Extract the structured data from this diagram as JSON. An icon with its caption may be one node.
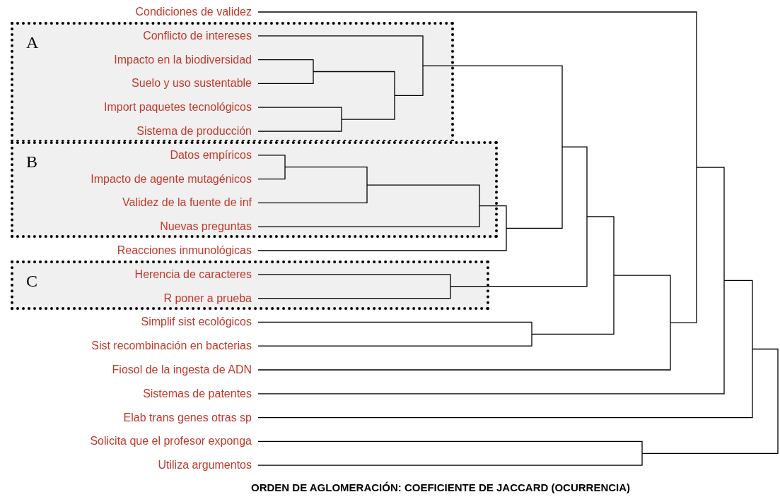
{
  "diagram": {
    "caption": "ORDEN DE AGLOMERACIÓN: COEFICIENTE DE JACCARD (OCURRENCIA)",
    "nodes": [
      {
        "text": [
          "Condiciones de validez"
        ]
      },
      {
        "text": [
          "A"
        ]
      },
      {
        "text": [
          "Conflicto de intereses"
        ],
        "in": 1
      },
      {
        "text": [
          "Impacto en la biodiversidad"
        ],
        "in": 1
      },
      {
        "text": [
          "Suelo y uso sustentable"
        ],
        "in": 1
      },
      {
        "text": [
          "Import paquetes tecnológicos"
        ],
        "in": 1
      },
      {
        "text": [
          "Sistema de producción"
        ],
        "in": 1
      },
      {
        "text": [
          "B"
        ]
      },
      {
        "text": [
          "Datos empíricos"
        ],
        "in": 7
      },
      {
        "text": [
          "Impacto de agente mutagénicos"
        ],
        "in": 7
      },
      {
        "text": [
          "Validez de la fuente de inf"
        ],
        "in": 7
      },
      {
        "text": [
          "Nuevas preguntas"
        ],
        "in": 7
      },
      {
        "text": [
          "Reacciones inmunológicas"
        ]
      },
      {
        "text": [
          "C"
        ]
      },
      {
        "text": [
          "Herencia de caracteres"
        ],
        "in": 13
      },
      {
        "text": [
          "R poner a prueba"
        ],
        "in": 13
      },
      {
        "text": [
          "Simplif sist ecológicos"
        ]
      },
      {
        "text": [
          "Sist recombinación en bacterias"
        ]
      },
      {
        "text": [
          "Fiosol de la ingesta de ADN"
        ]
      },
      {
        "text": [
          "Sistemas de patentes"
        ]
      },
      {
        "text": [
          "Elab trans genes otras sp"
        ]
      },
      {
        "text": [
          "Solicita que el profesor exponga"
        ]
      },
      {
        "text": [
          "Utiliza argumentos"
        ]
      }
    ]
  }
}
